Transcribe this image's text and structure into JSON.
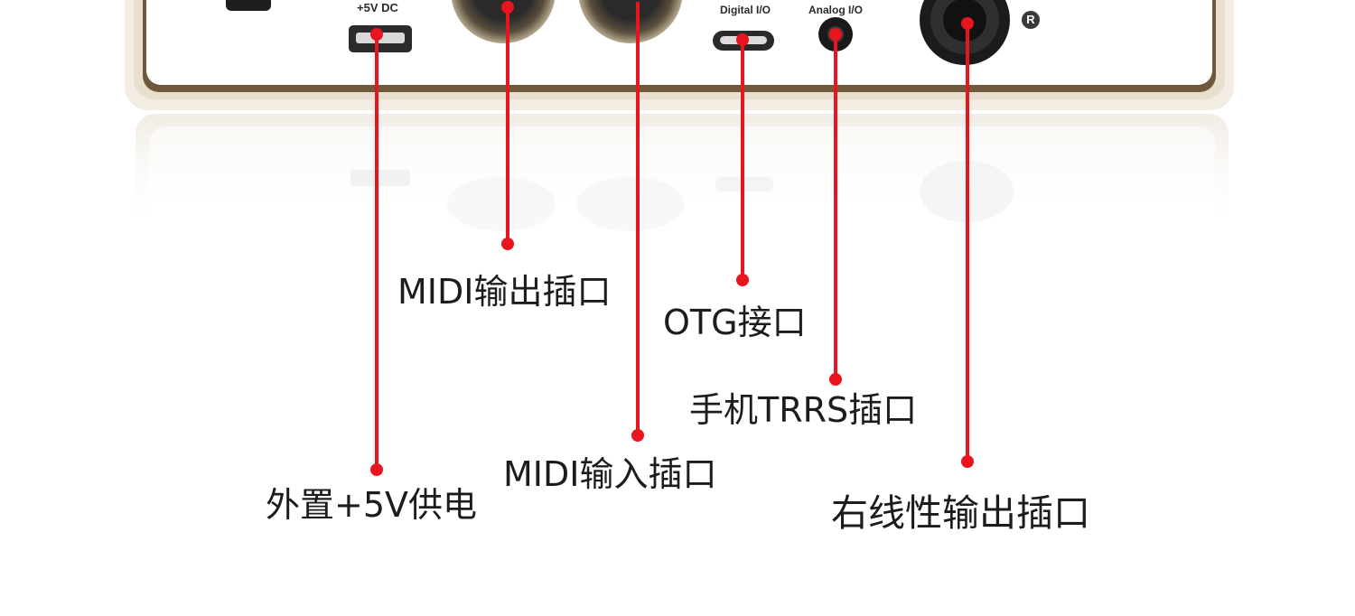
{
  "panel_labels": {
    "dc": "+5V DC",
    "digital": "Digital I/O",
    "analog": "Analog I/O",
    "reg_mark": "R"
  },
  "callouts": {
    "midi_out": "MIDI输出插口",
    "otg": "OTG接口",
    "trrs": "手机TRRS插口",
    "midi_in": "MIDI输入插口",
    "power": "外置+5V供电",
    "right_out": "右线性输出插口"
  },
  "colors": {
    "line": "#e8141e",
    "panel_face": "#ffffff",
    "panel_edge": "#f2e9dc",
    "panel_trim": "#6e5a3a",
    "port_dark": "#1e1e1e",
    "text": "#1c1c1c"
  }
}
